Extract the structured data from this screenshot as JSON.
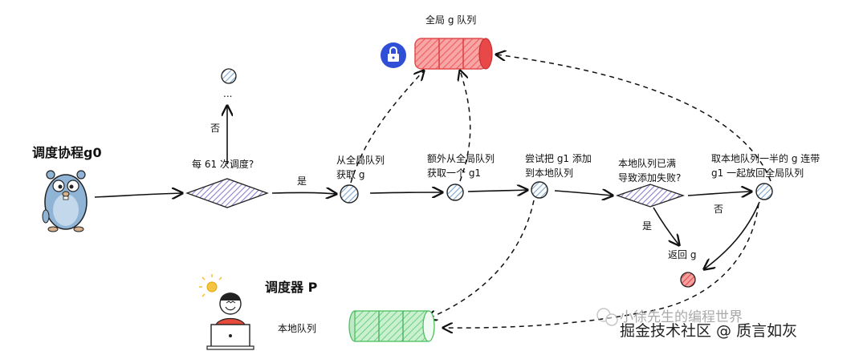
{
  "global_queue": {
    "label": "全局 g 队列",
    "lock_icon": "lock-icon"
  },
  "scheduler_goroutine": {
    "label": "调度协程g0",
    "mascot_icon": "gopher-icon"
  },
  "decision_every_61": {
    "question": "每 61 次调度?",
    "no_label": "否",
    "ellipsis": "..."
  },
  "yes_label": "是",
  "steps": {
    "take_from_global": "从全局队列\n获取 g",
    "extra_take_one": "额外从全局队列\n获取一个 g1",
    "try_add_local": "尝试把 g1 添加\n到本地队列",
    "local_full_question": "本地队列已满\n导致添加失败?",
    "move_half": "取本地队列一半的 g 连带\ng1 一起放回全局队列"
  },
  "local_full_yes": "是",
  "local_full_no": "否",
  "return_g": "返回 g",
  "processor": {
    "label": "调度器 P",
    "icon": "person-at-laptop-icon"
  },
  "local_queue": {
    "label": "本地队列"
  },
  "watermark": {
    "line1": "小徐先生的编程世界",
    "line2": "掘金技术社区 @ 质言如灰"
  },
  "colors": {
    "red_queue": "#f06b6b",
    "green_queue": "#8fdc9b",
    "hatch_blue": "#8ab4d8",
    "diamond_purple": "#9a8fd1",
    "lock_blue": "#2f4fd6",
    "node_red": "#ef6666"
  }
}
